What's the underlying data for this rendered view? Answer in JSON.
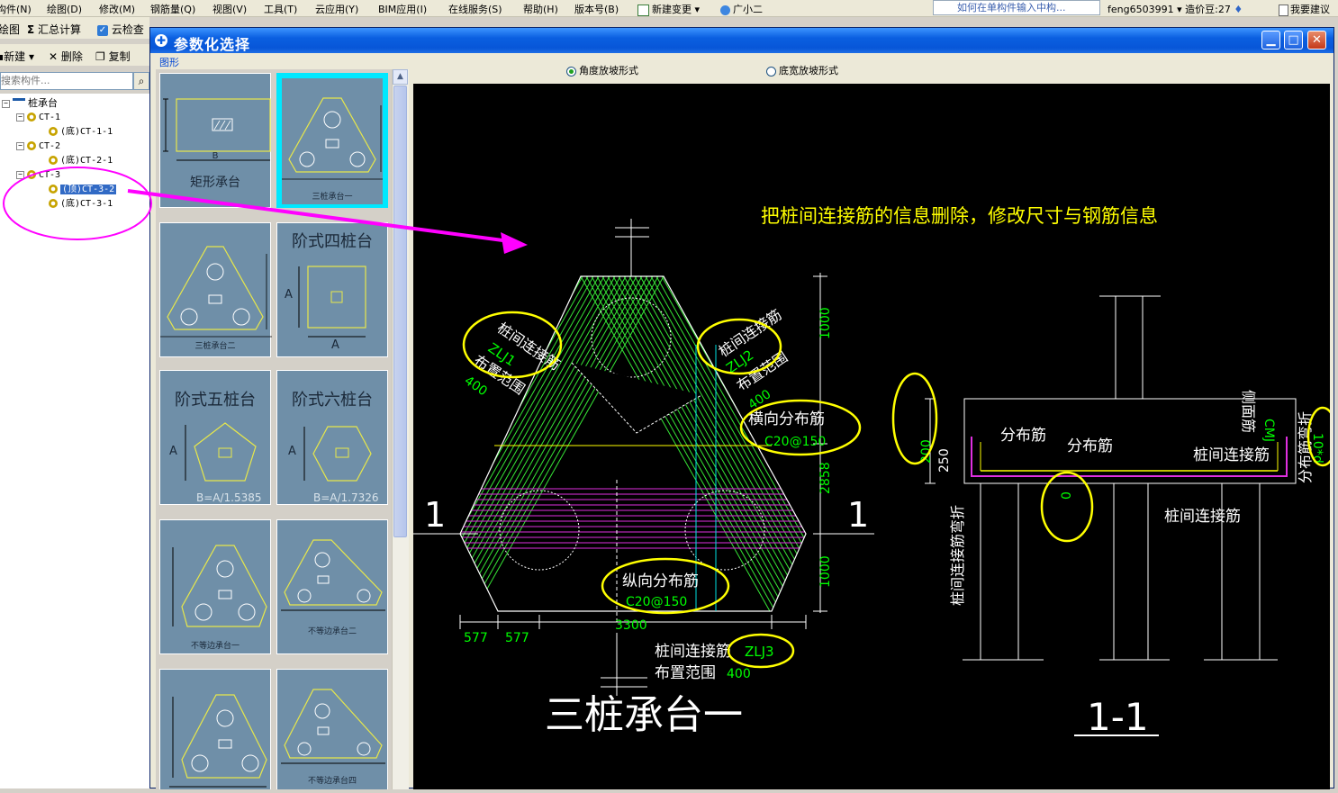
{
  "menubar": {
    "items": [
      "构件(N)",
      "绘图(D)",
      "修改(M)",
      "钢筋量(Q)",
      "视图(V)",
      "工具(T)",
      "云应用(Y)",
      "BIM应用(I)",
      "在线服务(S)",
      "帮助(H)",
      "版本号(B)",
      "新建变更",
      "广小二"
    ],
    "hint": "如何在单构件输入中构...",
    "user": "feng6503991",
    "coin_label": "造价豆:27",
    "suggest": "我要建议"
  },
  "toolbar1": {
    "items": [
      "绘图",
      "汇总计算",
      "云检查"
    ]
  },
  "toolbar2": {
    "items": [
      "新建",
      "删除",
      "复制"
    ]
  },
  "search": {
    "placeholder": "搜索构件..."
  },
  "tree": {
    "root": "桩承台",
    "nodes": [
      {
        "label": "CT-1",
        "level": 1,
        "expandable": true
      },
      {
        "label": "(底)CT-1-1",
        "level": 2
      },
      {
        "label": "CT-2",
        "level": 1,
        "expandable": true
      },
      {
        "label": "(底)CT-2-1",
        "level": 2
      },
      {
        "label": "CT-3",
        "level": 1,
        "expandable": true
      },
      {
        "label": "(顶)CT-3-2",
        "level": 2,
        "selected": true
      },
      {
        "label": "(底)CT-3-1",
        "level": 2
      }
    ]
  },
  "dialog": {
    "title": "参数化选择",
    "shape_group_label": "图形",
    "window_buttons": [
      "minimize",
      "maximize",
      "close"
    ],
    "shapes": [
      {
        "label": "矩形承台",
        "small": false,
        "selected": false,
        "dims": [
          "B"
        ]
      },
      {
        "label": "三桩承台一",
        "small": true,
        "selected": true
      },
      {
        "label": "三桩承台二",
        "small": true,
        "selected": false
      },
      {
        "label": "阶式四桩台",
        "small": false,
        "selected": false,
        "dims": [
          "A",
          "A"
        ]
      },
      {
        "label": "阶式五桩台",
        "small": false,
        "selected": false,
        "dims": [
          "A",
          "B=A/1.5385"
        ]
      },
      {
        "label": "阶式六桩台",
        "small": false,
        "selected": false,
        "dims": [
          "A",
          "B=A/1.7326"
        ]
      },
      {
        "label": "不等边承台一",
        "small": true,
        "selected": false
      },
      {
        "label": "不等边承台二",
        "small": true,
        "selected": false
      },
      {
        "label": "",
        "small": true,
        "selected": false
      },
      {
        "label": "不等边承台四",
        "small": true,
        "selected": false
      }
    ],
    "slope_options": [
      {
        "label": "角度放坡形式",
        "checked": true
      },
      {
        "label": "底宽放坡形式",
        "checked": false
      }
    ]
  },
  "drawing": {
    "instruction": "把桩间连接筋的信息删除，修改尺寸与钢筋信息",
    "plan_title": "三桩承台一",
    "section_title": "1-1",
    "section_mark": "1",
    "labels": {
      "zlj_text": "桩间连接筋",
      "range_text": "布置范围",
      "zlj1": "ZLJ1",
      "zlj2": "ZLJ2",
      "zlj3": "ZLJ3",
      "range_value": "400",
      "transverse": "横向分布筋",
      "transverse_value": "C20@150",
      "longitudinal": "纵向分布筋",
      "longitudinal_value": "C20@150",
      "dim_top": "1000",
      "dim_mid": "2858",
      "dim_bottom": "1000",
      "dim_width": "3300",
      "dim_left1": "577",
      "dim_left2": "577"
    },
    "section_labels": {
      "distribution": "分布筋",
      "zlj": "桩间连接筋",
      "side": "侧面筋",
      "cmj": "CMJ",
      "bend_value": "10*d",
      "dist_bend": "分布筋弯折",
      "zlj_bend": "桩间连接筋弯折",
      "h200": "200",
      "h250": "250",
      "zero": "0"
    }
  },
  "colors": {
    "annotation_yellow": "#ffff00",
    "callout_magenta": "#ff00ff",
    "dim_green": "#00ff00",
    "rebar_green": "#36e536",
    "rebar_magenta": "#e030e0",
    "titlebar_blue": "#0a5fe0",
    "tile_bg": "#6f8fa8",
    "selected_cyan": "#00e8ff"
  }
}
